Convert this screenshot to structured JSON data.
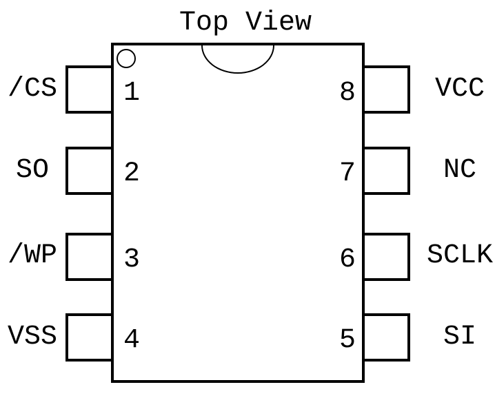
{
  "diagram": {
    "title": "Top View",
    "line_color": "#000000",
    "background_color": "#ffffff",
    "pins": {
      "left": [
        {
          "number": "1",
          "label": "/CS"
        },
        {
          "number": "2",
          "label": "SO"
        },
        {
          "number": "3",
          "label": "/WP"
        },
        {
          "number": "4",
          "label": "VSS"
        }
      ],
      "right": [
        {
          "number": "8",
          "label": "VCC"
        },
        {
          "number": "7",
          "label": "NC"
        },
        {
          "number": "6",
          "label": "SCLK"
        },
        {
          "number": "5",
          "label": "SI"
        }
      ]
    }
  }
}
